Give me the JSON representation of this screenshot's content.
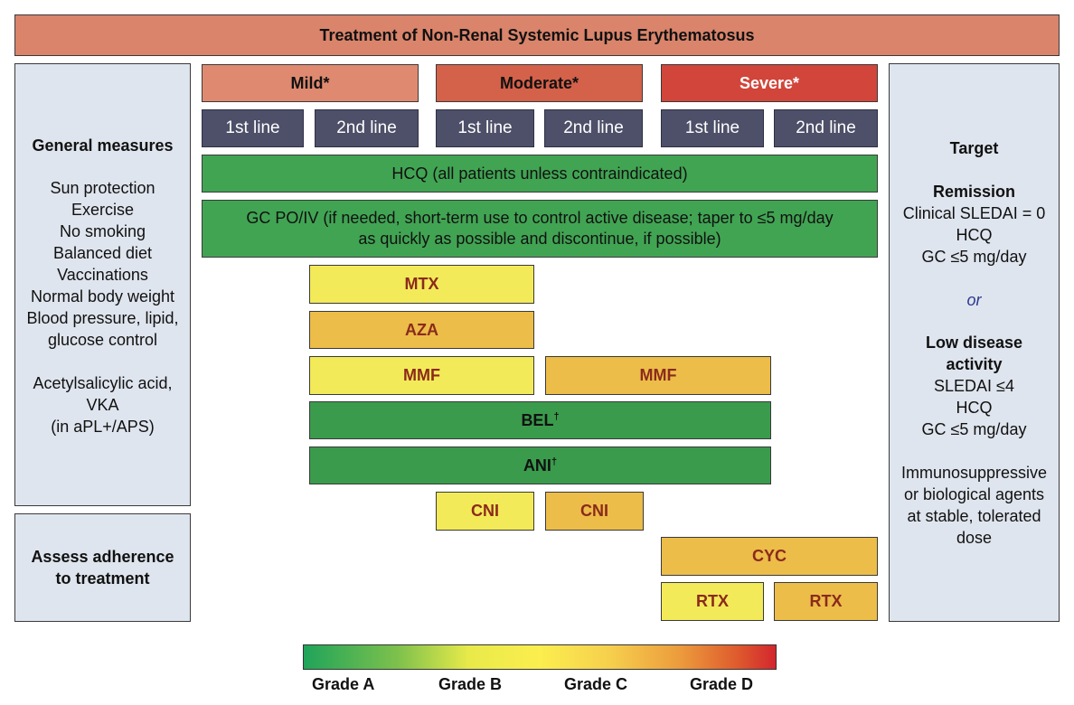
{
  "title": "Treatment of Non-Renal Systemic Lupus Erythematosus",
  "general": {
    "heading": "General measures",
    "items": [
      "Sun protection",
      "Exercise",
      "No smoking",
      "Balanced diet",
      "Vaccinations",
      "Normal body weight",
      "Blood pressure, lipid,",
      "glucose control"
    ],
    "items2": [
      "Acetylsalicylic acid,",
      "VKA",
      "(in aPL+/APS)"
    ]
  },
  "adherence": [
    "Assess adherence",
    "to treatment"
  ],
  "severity": {
    "mild": "Mild*",
    "moderate": "Moderate*",
    "severe": "Severe*"
  },
  "lines": {
    "first": "1st line",
    "second": "2nd line"
  },
  "hcq": "HCQ (all patients unless contraindicated)",
  "gc": [
    "GC PO/IV (if needed, short-term use to control active disease; taper to ≤5 mg/day",
    "as quickly as possible and discontinue, if possible)"
  ],
  "drugs": {
    "mtx": "MTX",
    "aza": "AZA",
    "mmf": "MMF",
    "bel": "BEL",
    "ani": "ANI",
    "dagger": "†",
    "cni": "CNI",
    "cyc": "CYC",
    "rtx": "RTX"
  },
  "target": {
    "heading": "Target",
    "remission_heading": "Remission",
    "remission_items": [
      "Clinical SLEDAI = 0",
      "HCQ",
      "GC ≤5 mg/day"
    ],
    "or": "or",
    "lda_heading": [
      "Low disease",
      "activity"
    ],
    "lda_items": [
      "SLEDAI ≤4",
      "HCQ",
      "GC ≤5 mg/day"
    ],
    "immuno": [
      "Immunosuppressive",
      "or biological agents",
      "at stable, tolerated",
      "dose"
    ]
  },
  "grades": [
    "Grade A",
    "Grade B",
    "Grade C",
    "Grade D"
  ],
  "colors": {
    "title": "#d9846b",
    "mild": "#df8a70",
    "moderate": "#d4614a",
    "severe": "#d1453a",
    "line": "#4d5068",
    "green": "#41a453",
    "yellow": "#f3ea59",
    "orange": "#ecbd49",
    "side": "#dfe5ee",
    "drug_text": "#8b2a1c",
    "or_text": "#2c3b8f"
  }
}
